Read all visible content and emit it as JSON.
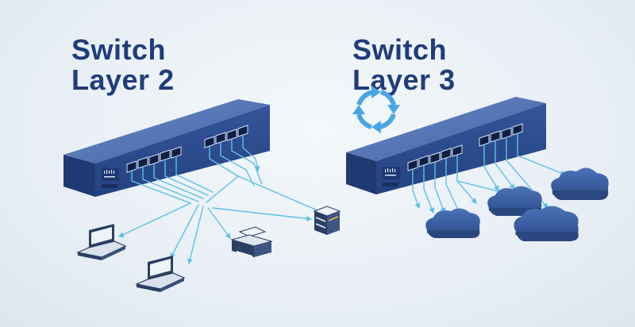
{
  "titles": {
    "left": {
      "line1": "Switch",
      "line2": "Layer 2"
    },
    "right": {
      "line1": "Switch",
      "line2": "Layer 3"
    }
  },
  "colors": {
    "title": "#1f3d7a",
    "switch_top": "#4f6fb4",
    "switch_front": "#2f4e93",
    "switch_side": "#223d78",
    "cable": "#5cc0e6",
    "cloud": "#3f63a8",
    "device": "#2b3f62",
    "refresh_arrows": "#4aa6e3"
  },
  "icons": [
    "refresh-icon",
    "laptop-icon",
    "printer-icon",
    "server-icon",
    "cloud-icon",
    "brand-logo"
  ]
}
